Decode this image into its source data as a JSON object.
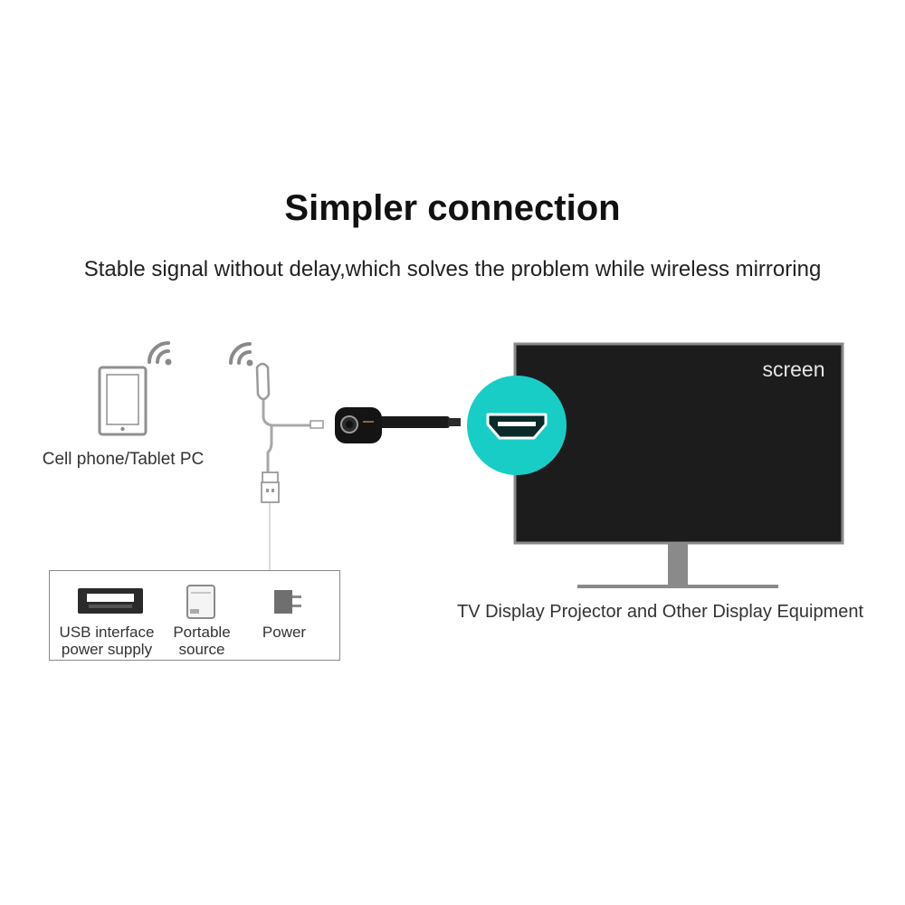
{
  "title": "Simpler connection",
  "subtitle": "Stable signal without delay,which solves the problem while wireless mirroring",
  "device_label": "Cell phone/Tablet PC",
  "screen_label": "screen",
  "tv_caption": "TV Display Projector and Other Display Equipment",
  "power_options": {
    "usb": "USB interface\npower supply",
    "portable": "Portable\nsource",
    "power": "Power"
  },
  "colors": {
    "tv_screen": "#1c1c1c",
    "tv_frame": "#8a8a8a",
    "hdmi_highlight": "#19cdc7",
    "cable": "#a8a8a8"
  },
  "icons": [
    "tablet-icon",
    "wifi-icon",
    "usb-port-icon",
    "power-bank-icon",
    "power-plug-icon",
    "hdmi-icon",
    "dongle-icon"
  ]
}
